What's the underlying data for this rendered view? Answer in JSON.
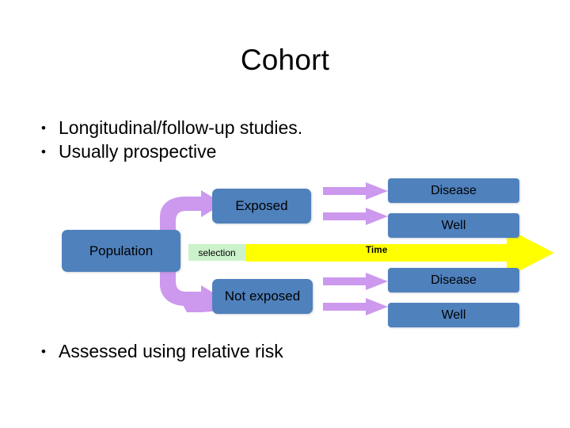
{
  "slide": {
    "title": "Cohort",
    "bullets_top": [
      "Longitudinal/follow-up studies.",
      "Usually prospective"
    ],
    "bullets_bottom": [
      "Assessed using relative risk"
    ],
    "bullet_marker": "•"
  },
  "diagram": {
    "nodes": {
      "population": "Population",
      "exposed": "Exposed",
      "not_exposed": "Not exposed",
      "disease_top": "Disease",
      "well_top": "Well",
      "disease_bottom": "Disease",
      "well_bottom": "Well"
    },
    "labels": {
      "selection": "selection",
      "time": "Time"
    },
    "colors": {
      "node_fill": "#4f81bd",
      "node_text": "#000000",
      "arrow_purple": "#cc99ee",
      "time_arrow": "#ffff00",
      "selection_bg": "#ccf2cc",
      "background": "#ffffff"
    }
  }
}
